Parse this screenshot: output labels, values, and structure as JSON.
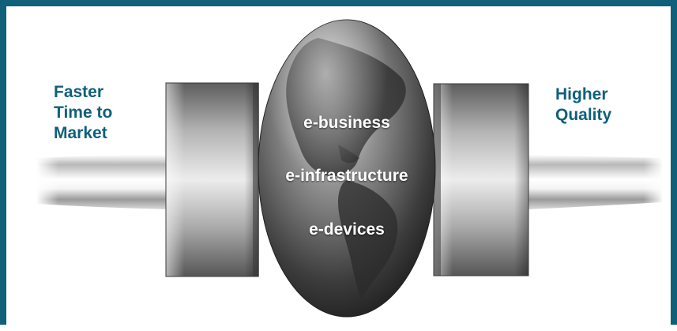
{
  "left_label": {
    "lines": [
      "Faster",
      "Time to",
      "Market"
    ]
  },
  "right_label": {
    "lines": [
      "Higher",
      "Quality"
    ]
  },
  "globe": {
    "items": [
      "e-business",
      "e-infrastructure",
      "e-devices"
    ]
  },
  "colors": {
    "border": "#0f607a",
    "label_text": "#0f607a",
    "globe_text": "#ffffff"
  }
}
